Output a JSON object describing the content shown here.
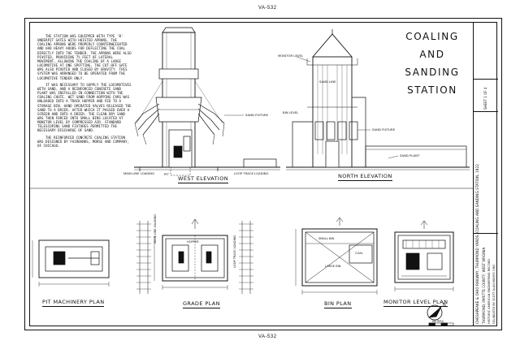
{
  "sheet": {
    "id_top": "VA-532",
    "id_bottom": "VA-532"
  },
  "notes": {
    "paragraphs": [
      "The station was equipped with type 'B' underpit gates with hoisted aprons. The coaling aprons were properly counterweighted and had heavy hoods for deflecting the coal directly into the tender. The aprons were also pivoted, providing 7½ feet of lateral movement, allowing the coaling of a large locomotive at one spotting. The cut-off gate was also pivoted and closed by gravity. This system was arranged to be operated from the locomotive tender only.",
      "It was necessary to supply the locomotives with sand, and a reinforced concrete sand plant was installed in connection with the coaling chute. Wet sand from hopping cars was unloaded into a track hopper and fed to a storage bin. Hand operated valves released the sand to a drier. After which it passed over a screen and into a drier. The clean dry sand was then forced into small bins located at monitor level by compressed air. Standard telescoping sand fixtures permitted the necessary discharge of sand.",
      "The reinforced concrete coaling station was designed by Fairbanks, Morse and Company, of Chicago."
    ]
  },
  "title": {
    "line1": "COALING",
    "line2": "AND",
    "line3": "SANDING",
    "line4": "STATION"
  },
  "west_elevation": {
    "title": "WEST ELEVATION",
    "label_sand_fixture": "SAND FIXTURE",
    "label_main_line": "MAIN LINE LOADING",
    "label_loop_track": "LOOP TRACK LOADING",
    "label_pit": "PIT"
  },
  "north_elevation": {
    "title": "NORTH ELEVATION",
    "label_monitor": "MONITOR LEVEL",
    "label_sand_line": "SAND LINE",
    "label_bin_level": "BIN LEVEL",
    "label_sand_fixture": "SAND FIXTURE",
    "label_sand_plant": "SAND PLANT"
  },
  "plans": {
    "pit": "PIT MACHINERY PLAN",
    "grade": "GRADE PLAN",
    "bin": "BIN PLAN",
    "monitor": "MONITOR LEVEL PLAN",
    "label_main_line": "MAIN LINE LOADING",
    "label_loop_track": "LOOP TRACK LOADING",
    "label_hopper": "HOPPER",
    "label_small_bin": "SMALL BIN",
    "label_large_bin": "LARGE BIN",
    "label_coal": "COAL"
  },
  "scale": {
    "label": "METERS"
  },
  "title_block": {
    "project": "CHESAPEAKE & OHIO RAILWAY, THURMOND YARDS, COALING AND SANDING STATION, 1922",
    "location": "THURMOND, FAYETTE COUNTY, WEST VIRGINIA",
    "agency": "HISTORIC AMERICAN ENGINEERING RECORD",
    "delineator": "DELINEATED BY: SCOTT ALAN MOORE  1980",
    "sheet_no": "SHEET 1 OF 4"
  },
  "north_arrow": "N",
  "colors": {
    "ink": "#111111",
    "paper": "#ffffff"
  }
}
